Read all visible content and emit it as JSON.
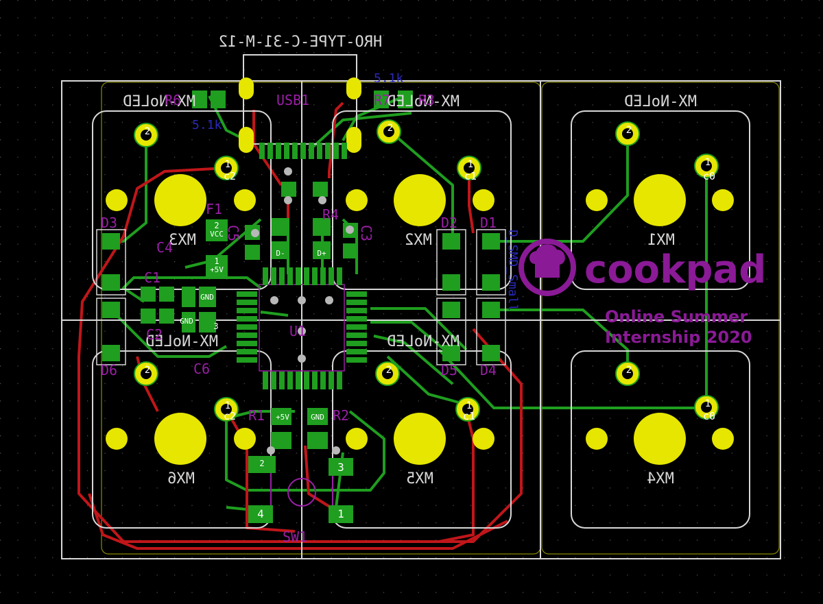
{
  "usb_part_label": "HRO-TYPE-C-31-M-12",
  "usb_ref": "USB1",
  "switches": [
    {
      "ref": "MX1",
      "footprint": "MX-NoLED",
      "col": "c0"
    },
    {
      "ref": "MX2",
      "footprint": "MX-NoLED",
      "col": "c1"
    },
    {
      "ref": "MX3",
      "footprint": "MX-NoLED",
      "col": "c2"
    },
    {
      "ref": "MX4",
      "footprint": "MX-NoLED",
      "col": "c0"
    },
    {
      "ref": "MX5",
      "footprint": "MX-NoLED",
      "col": "c1"
    },
    {
      "ref": "MX6",
      "footprint": "MX-NoLED",
      "col": "c2"
    }
  ],
  "pad_numbers": {
    "one": "1",
    "two": "2",
    "three": "3",
    "four": "4"
  },
  "diodes": [
    "D1",
    "D2",
    "D3",
    "D4",
    "D5",
    "D6"
  ],
  "diode_part": "D_SMD_Small",
  "caps": [
    "C1",
    "C2",
    "C3",
    "C4",
    "C5",
    "C6"
  ],
  "resistors": [
    "R1",
    "R2",
    "R3",
    "R4",
    "R6",
    "R7"
  ],
  "fuse": "F1",
  "mcu": "U1",
  "reset_switch": "SW1",
  "resistor_values": [
    "5.1k",
    "5.1k"
  ],
  "pads": {
    "gnd": "GND",
    "vcc": "VCC",
    "plus5v": "+5V",
    "dminus": "D-",
    "dplus": "D+"
  },
  "logo": {
    "text": "cookpad",
    "line1": "Online Summer",
    "line2": "Internship 2020"
  },
  "colors": {
    "background": "#000000",
    "edge_cuts": "#d8d8d8",
    "copper_front": "#c0161a",
    "copper_back": "#1f9e1f",
    "pad": "#e6e600",
    "silk_front": "#9a1fa6",
    "silk_back": "#d8d8d8",
    "fab_back": "#2a2ab8",
    "courtyard": "#a3a300"
  }
}
